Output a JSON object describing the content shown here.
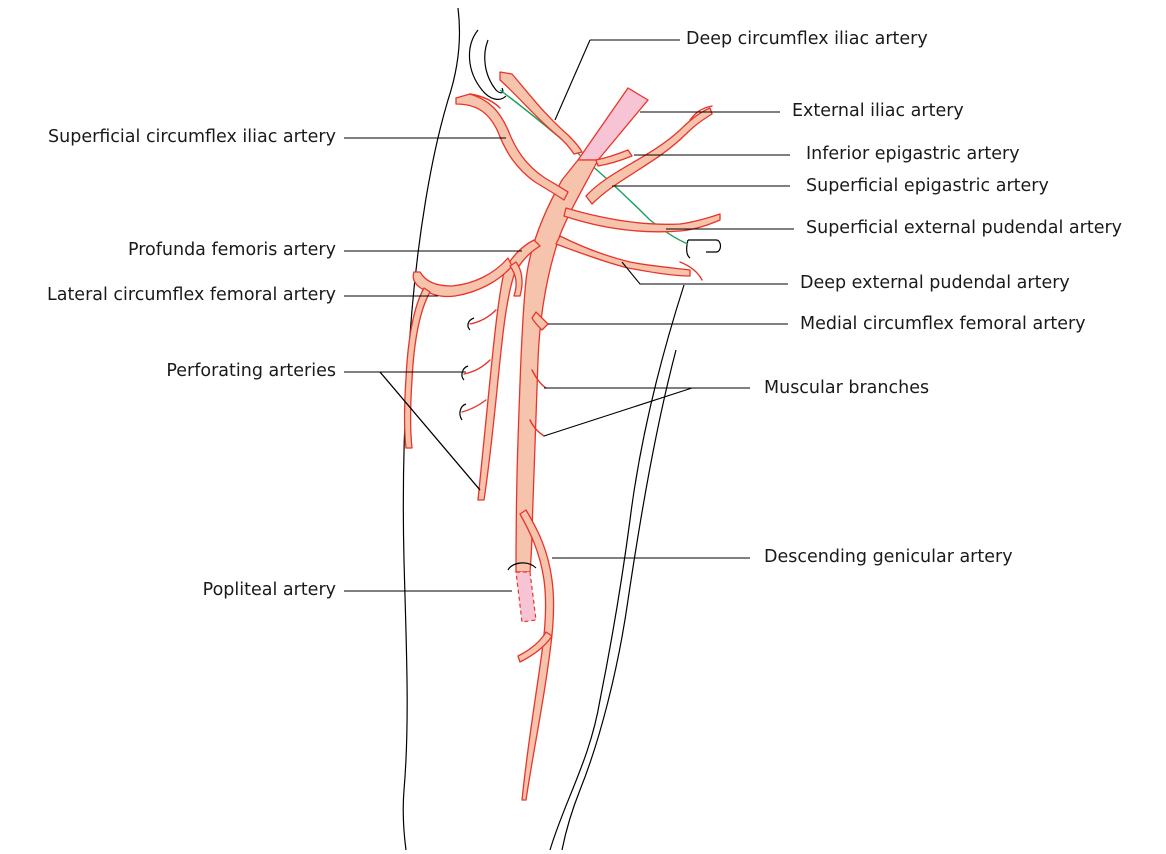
{
  "labels": {
    "deep_circumflex_iliac": "Deep circumflex iliac artery",
    "external_iliac": "External iliac artery",
    "superficial_circumflex_iliac": "Superficial circumflex iliac artery",
    "inferior_epigastric": "Inferior epigastric artery",
    "superficial_epigastric": "Superficial epigastric artery",
    "superficial_external_pudendal": "Superficial external pudendal artery",
    "profunda_femoris": "Profunda femoris artery",
    "deep_external_pudendal": "Deep external pudendal artery",
    "lateral_circumflex_femoral": "Lateral circumflex femoral artery",
    "medial_circumflex_femoral": "Medial circumflex femoral artery",
    "perforating_arteries": "Perforating arteries",
    "muscular_branches": "Muscular branches",
    "descending_genicular": "Descending genicular artery",
    "popliteal": "Popliteal artery"
  },
  "colors": {
    "artery_fill": "#f6c3ad",
    "artery_stroke": "#e8352a",
    "iliac_fill": "#f7c4d6",
    "inguinal_ligament": "#1aa05a",
    "outline": "#000000"
  }
}
